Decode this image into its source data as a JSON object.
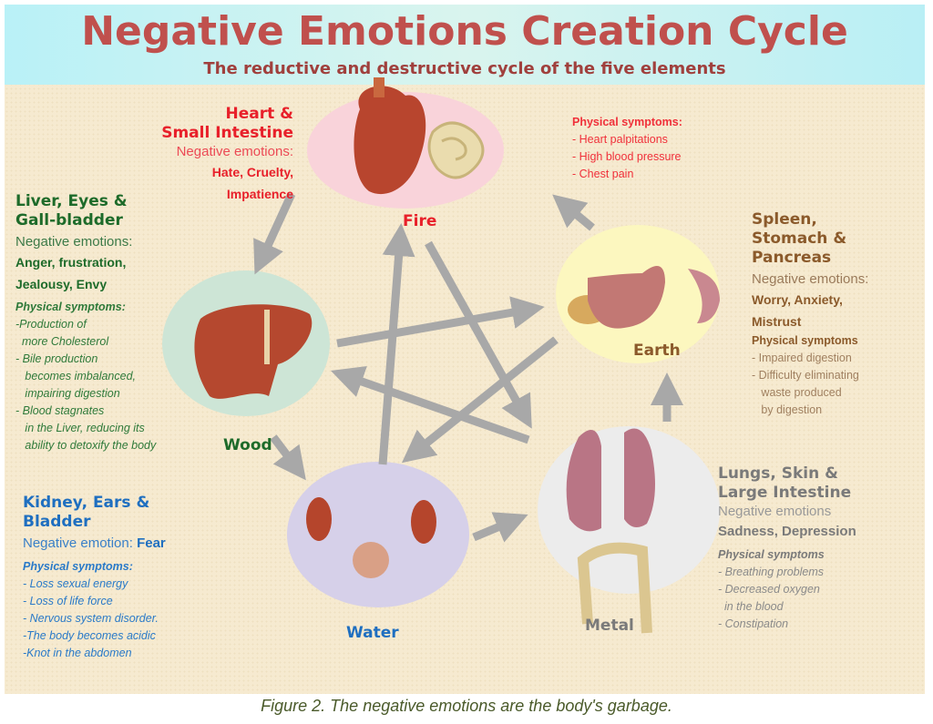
{
  "title": "Negative Emotions Creation Cycle",
  "subtitle": "The reductive and destructive cycle of the five elements",
  "caption": "Figure 2. The negative emotions are the body's garbage.",
  "colors": {
    "fire": "#e8202a",
    "wood": "#1e6b2a",
    "earth": "#8b5a2b",
    "metal": "#7a7a7a",
    "water": "#1f6fc0",
    "arrow": "#a8a8a8"
  },
  "elements": {
    "fire": {
      "label": "Fire",
      "organs": [
        "Heart &",
        "Small Intestine"
      ],
      "neg_label": "Negative emotions:",
      "emotions": [
        "Hate, Cruelty,",
        "Impatience"
      ],
      "sym_label": "Physical symptoms:",
      "symptoms": [
        "- Heart palpitations",
        "- High blood pressure",
        "- Chest pain"
      ]
    },
    "wood": {
      "label": "Wood",
      "organs": [
        "Liver, Eyes  &",
        "Gall-bladder"
      ],
      "neg_label": "Negative emotions:",
      "emotions": [
        "Anger, frustration,",
        "Jealousy, Envy"
      ],
      "sym_label": "Physical symptoms:",
      "symptoms": [
        "-Production of",
        "  more Cholesterol",
        "- Bile production",
        "   becomes imbalanced,",
        "   impairing digestion",
        "- Blood stagnates",
        "   in the Liver, reducing its",
        "   ability to detoxify the body"
      ]
    },
    "earth": {
      "label": "Earth",
      "organs": [
        "Spleen,",
        "Stomach &",
        "Pancreas"
      ],
      "neg_label": "Negative emotions:",
      "emotions": [
        "Worry, Anxiety,",
        "Mistrust"
      ],
      "sym_label": "Physical symptoms",
      "symptoms": [
        "- Impaired digestion",
        "- Difficulty eliminating",
        "   waste produced",
        "   by digestion"
      ]
    },
    "metal": {
      "label": "Metal",
      "organs": [
        "Lungs, Skin &",
        "Large Intestine"
      ],
      "neg_label": "Negative emotions",
      "emotions": [
        "Sadness,  Depression"
      ],
      "sym_label": "Physical symptoms",
      "symptoms": [
        "- Breathing problems",
        "- Decreased oxygen",
        "  in the blood",
        "- Constipation"
      ]
    },
    "water": {
      "label": "Water",
      "organs": [
        "Kidney, Ears &",
        "Bladder"
      ],
      "neg_label": "Negative emotion:",
      "emotions": [
        "Fear"
      ],
      "sym_label": "Physical symptoms:",
      "symptoms": [
        "- Loss sexual energy",
        "- Loss of life force",
        "- Nervous system disorder.",
        "-The body becomes acidic",
        "-Knot in the abdomen"
      ]
    }
  }
}
